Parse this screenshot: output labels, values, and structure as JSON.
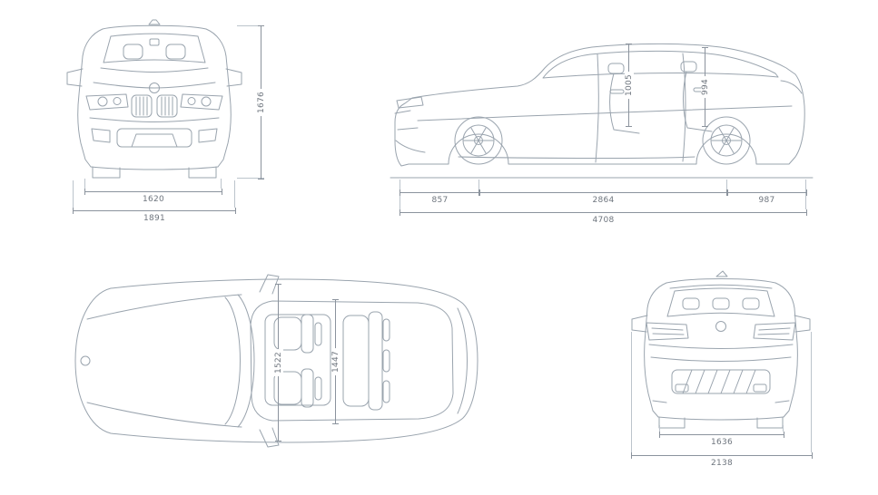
{
  "palette": {
    "line": "#9aa4ae",
    "dimension": "#8b939d",
    "label_text": "#6e757e"
  },
  "views": {
    "front": {
      "track_width": "1620",
      "overall_width": "1891",
      "overall_height": "1676"
    },
    "side": {
      "front_overhang": "857",
      "wheelbase": "2864",
      "rear_overhang": "987",
      "overall_length": "4708",
      "interior_height_front": "1005",
      "interior_height_rear": "994"
    },
    "top": {
      "interior_width_front": "1522",
      "interior_width_rear": "1447"
    },
    "rear": {
      "track_width": "1636",
      "width_incl_mirrors": "2138"
    }
  }
}
